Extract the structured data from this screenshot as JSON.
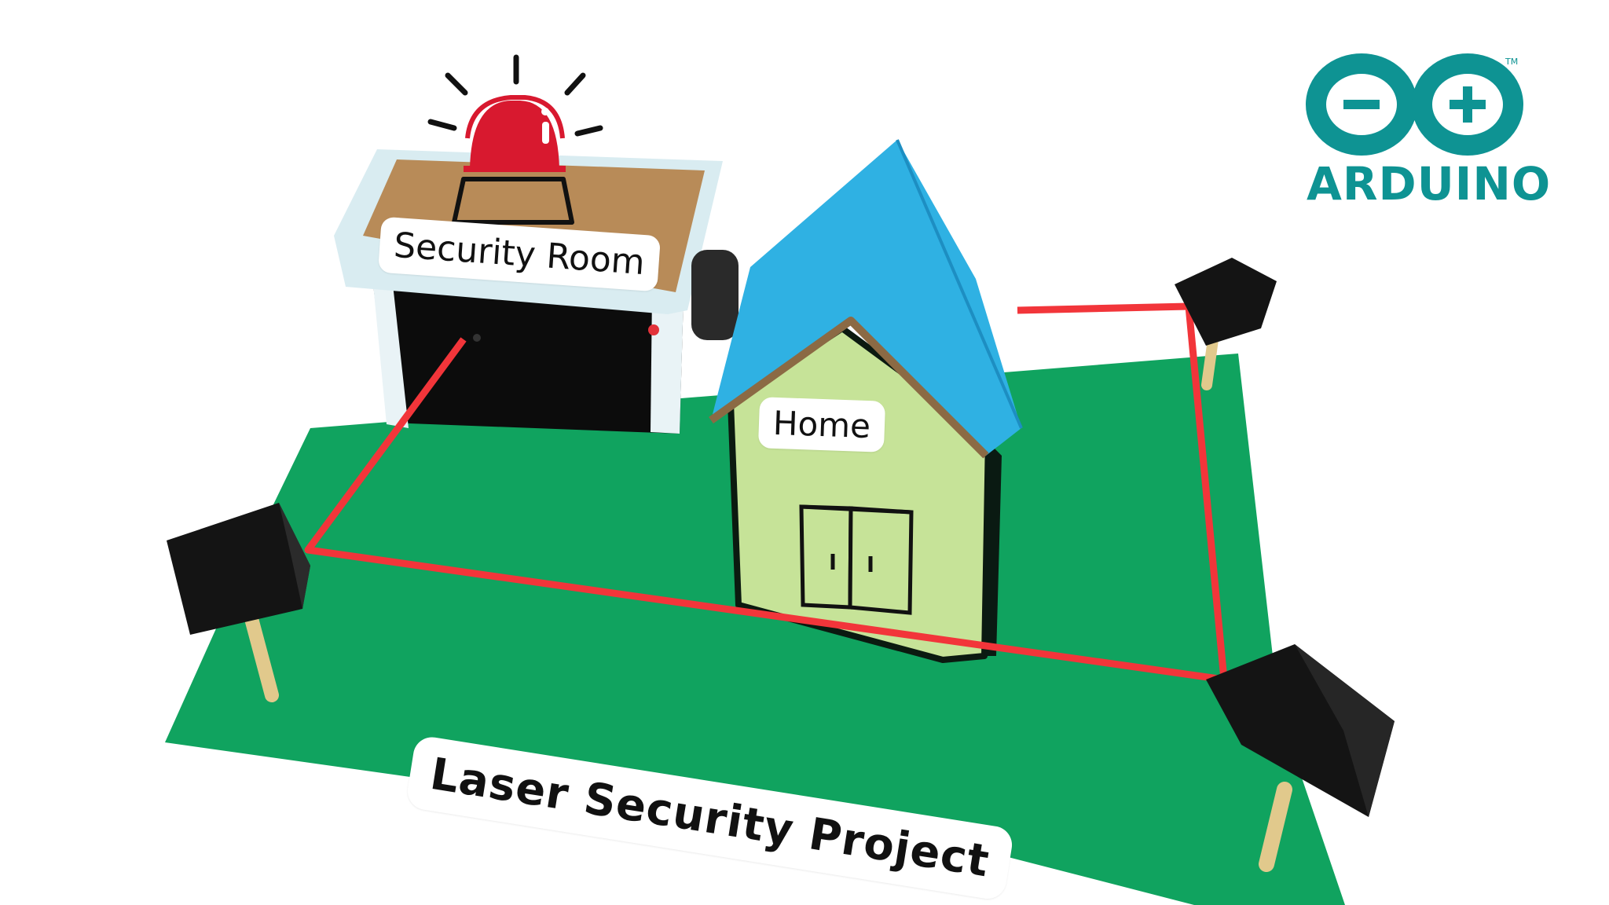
{
  "labels": {
    "security_room": "Security Room",
    "home": "Home",
    "project_title": "Laser Security Project"
  },
  "logo": {
    "text": "ARDUINO",
    "mark": "TM"
  },
  "colors": {
    "board_green": "#10a35f",
    "laser_red": "#f2353a",
    "roof_blue": "#2fb1e3",
    "wall_green": "#c6e398",
    "alarm_red": "#d8192f",
    "arduino_teal": "#0e9393",
    "sensor_black": "#141414"
  }
}
